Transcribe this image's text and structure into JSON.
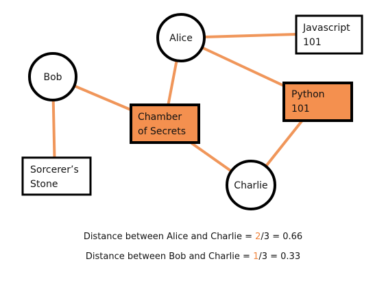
{
  "colors": {
    "edge": "#f0965a",
    "highlight_fill": "#f4904f",
    "stroke": "#000000",
    "background": "#ffffff",
    "accent_text": "#f0843c"
  },
  "nodes": {
    "alice": {
      "label": "Alice",
      "shape": "circle"
    },
    "bob": {
      "label": "Bob",
      "shape": "circle"
    },
    "charlie": {
      "label": "Charlie",
      "shape": "circle"
    },
    "javascript": {
      "label_lines": [
        "Javascript",
        "101"
      ],
      "shape": "box"
    },
    "python": {
      "label_lines": [
        "Python",
        "101"
      ],
      "shape": "box",
      "highlighted": true
    },
    "chamber": {
      "label_lines": [
        "Chamber",
        "of Secrets"
      ],
      "shape": "box",
      "highlighted": true
    },
    "sorcerer": {
      "label_lines": [
        "Sorcerer’s",
        "Stone"
      ],
      "shape": "box"
    }
  },
  "edges": [
    [
      "alice",
      "javascript"
    ],
    [
      "alice",
      "python"
    ],
    [
      "alice",
      "chamber"
    ],
    [
      "bob",
      "chamber"
    ],
    [
      "bob",
      "sorcerer"
    ],
    [
      "chamber",
      "charlie"
    ],
    [
      "python",
      "charlie"
    ]
  ],
  "captions": [
    {
      "prefix": "Distance between Alice and Charlie = ",
      "numerator": "2",
      "suffix": "/3 = 0.66"
    },
    {
      "prefix": "Distance between Bob and Charlie = ",
      "numerator": "1",
      "suffix": "/3 = 0.33"
    }
  ]
}
